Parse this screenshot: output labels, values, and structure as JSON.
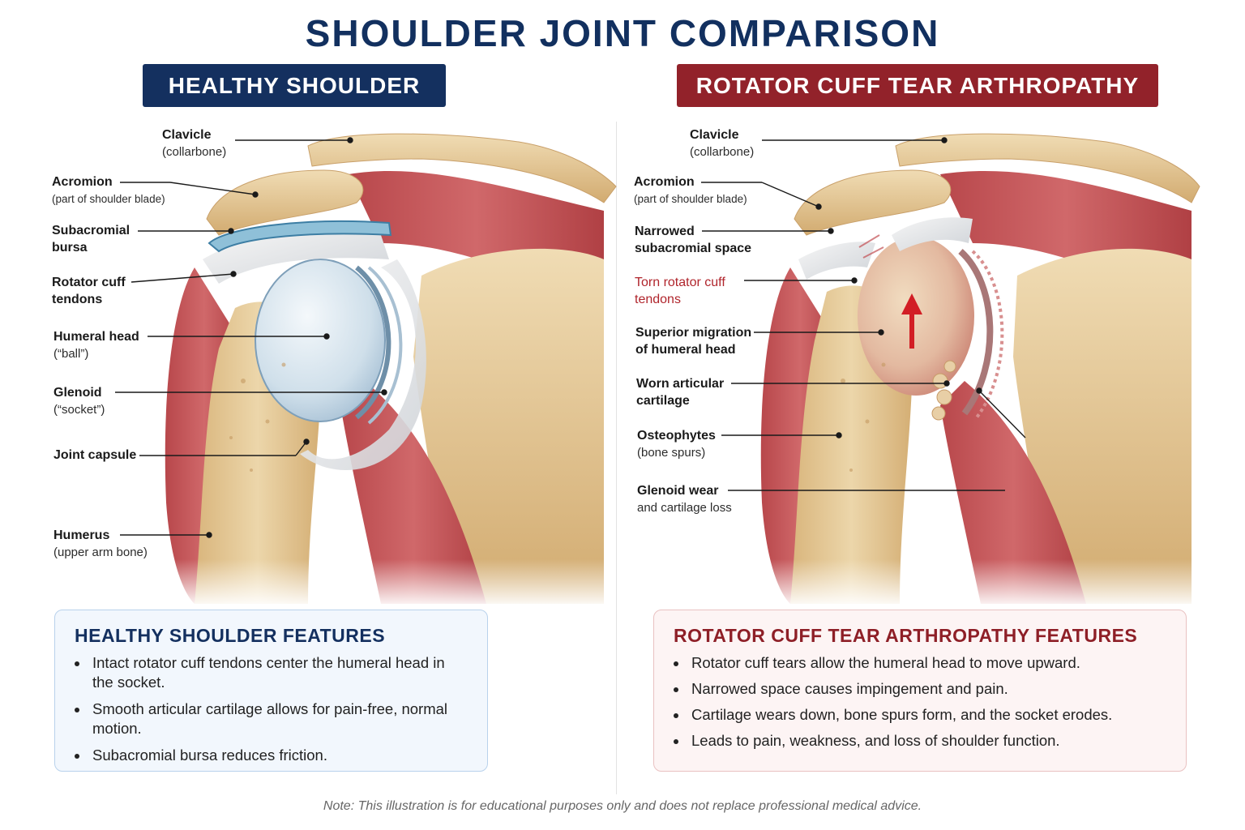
{
  "title": "SHOULDER JOINT COMPARISON",
  "panels": {
    "healthy": {
      "heading": "HEALTHY SHOULDER",
      "labels": {
        "clavicle": {
          "name": "Clavicle",
          "sub": "(collarbone)"
        },
        "acromion": {
          "name": "Acromion",
          "sub": "(part of shoulder blade)"
        },
        "bursa": {
          "name": "Subacromial",
          "name2": "bursa"
        },
        "cuff": {
          "name": "Rotator cuff",
          "name2": "tendons"
        },
        "head": {
          "name": "Humeral head",
          "sub": "(“ball”)"
        },
        "glenoid": {
          "name": "Glenoid",
          "sub": "(“socket”)"
        },
        "capsule": {
          "name": "Joint capsule"
        },
        "humerus": {
          "name": "Humerus",
          "sub": "(upper arm bone)"
        }
      },
      "features_title": "HEALTHY SHOULDER FEATURES",
      "features": [
        "Intact rotator cuff tendons center the humeral head in the socket.",
        "Smooth articular cartilage allows for pain-free, normal motion.",
        "Subacromial bursa reduces friction."
      ]
    },
    "tear": {
      "heading": "ROTATOR CUFF TEAR ARTHROPATHY",
      "labels": {
        "clavicle": {
          "name": "Clavicle",
          "sub": "(collarbone)"
        },
        "acromion": {
          "name": "Acromion",
          "sub": "(part of shoulder blade)"
        },
        "space": {
          "name": "Narrowed",
          "name2": "subacromial space"
        },
        "torn": {
          "name": "Torn rotator cuff",
          "name2": "tendons"
        },
        "migration": {
          "name": "Superior migration",
          "name2": "of humeral head"
        },
        "worn": {
          "name": "Worn articular",
          "name2": "cartilage"
        },
        "osteo": {
          "name": "Osteophytes",
          "sub": "(bone spurs)"
        },
        "glenoid": {
          "name": "Glenoid wear",
          "sub": "and cartilage loss"
        }
      },
      "features_title": "ROTATOR CUFF TEAR ARTHROPATHY FEATURES",
      "features": [
        "Rotator cuff tears allow the humeral head to move upward.",
        "Narrowed space causes impingement and pain.",
        "Cartilage wears down, bone spurs form, and the socket erodes.",
        "Leads to pain, weakness, and loss of shoulder function."
      ]
    }
  },
  "note": "Note: This illustration is for educational purposes only and does not replace professional medical advice.",
  "colors": {
    "navy": "#14305f",
    "crimson": "#92222a",
    "bone": "#e6cc9d",
    "muscle": "#c9595b",
    "cartilage": "#c8dcec"
  }
}
